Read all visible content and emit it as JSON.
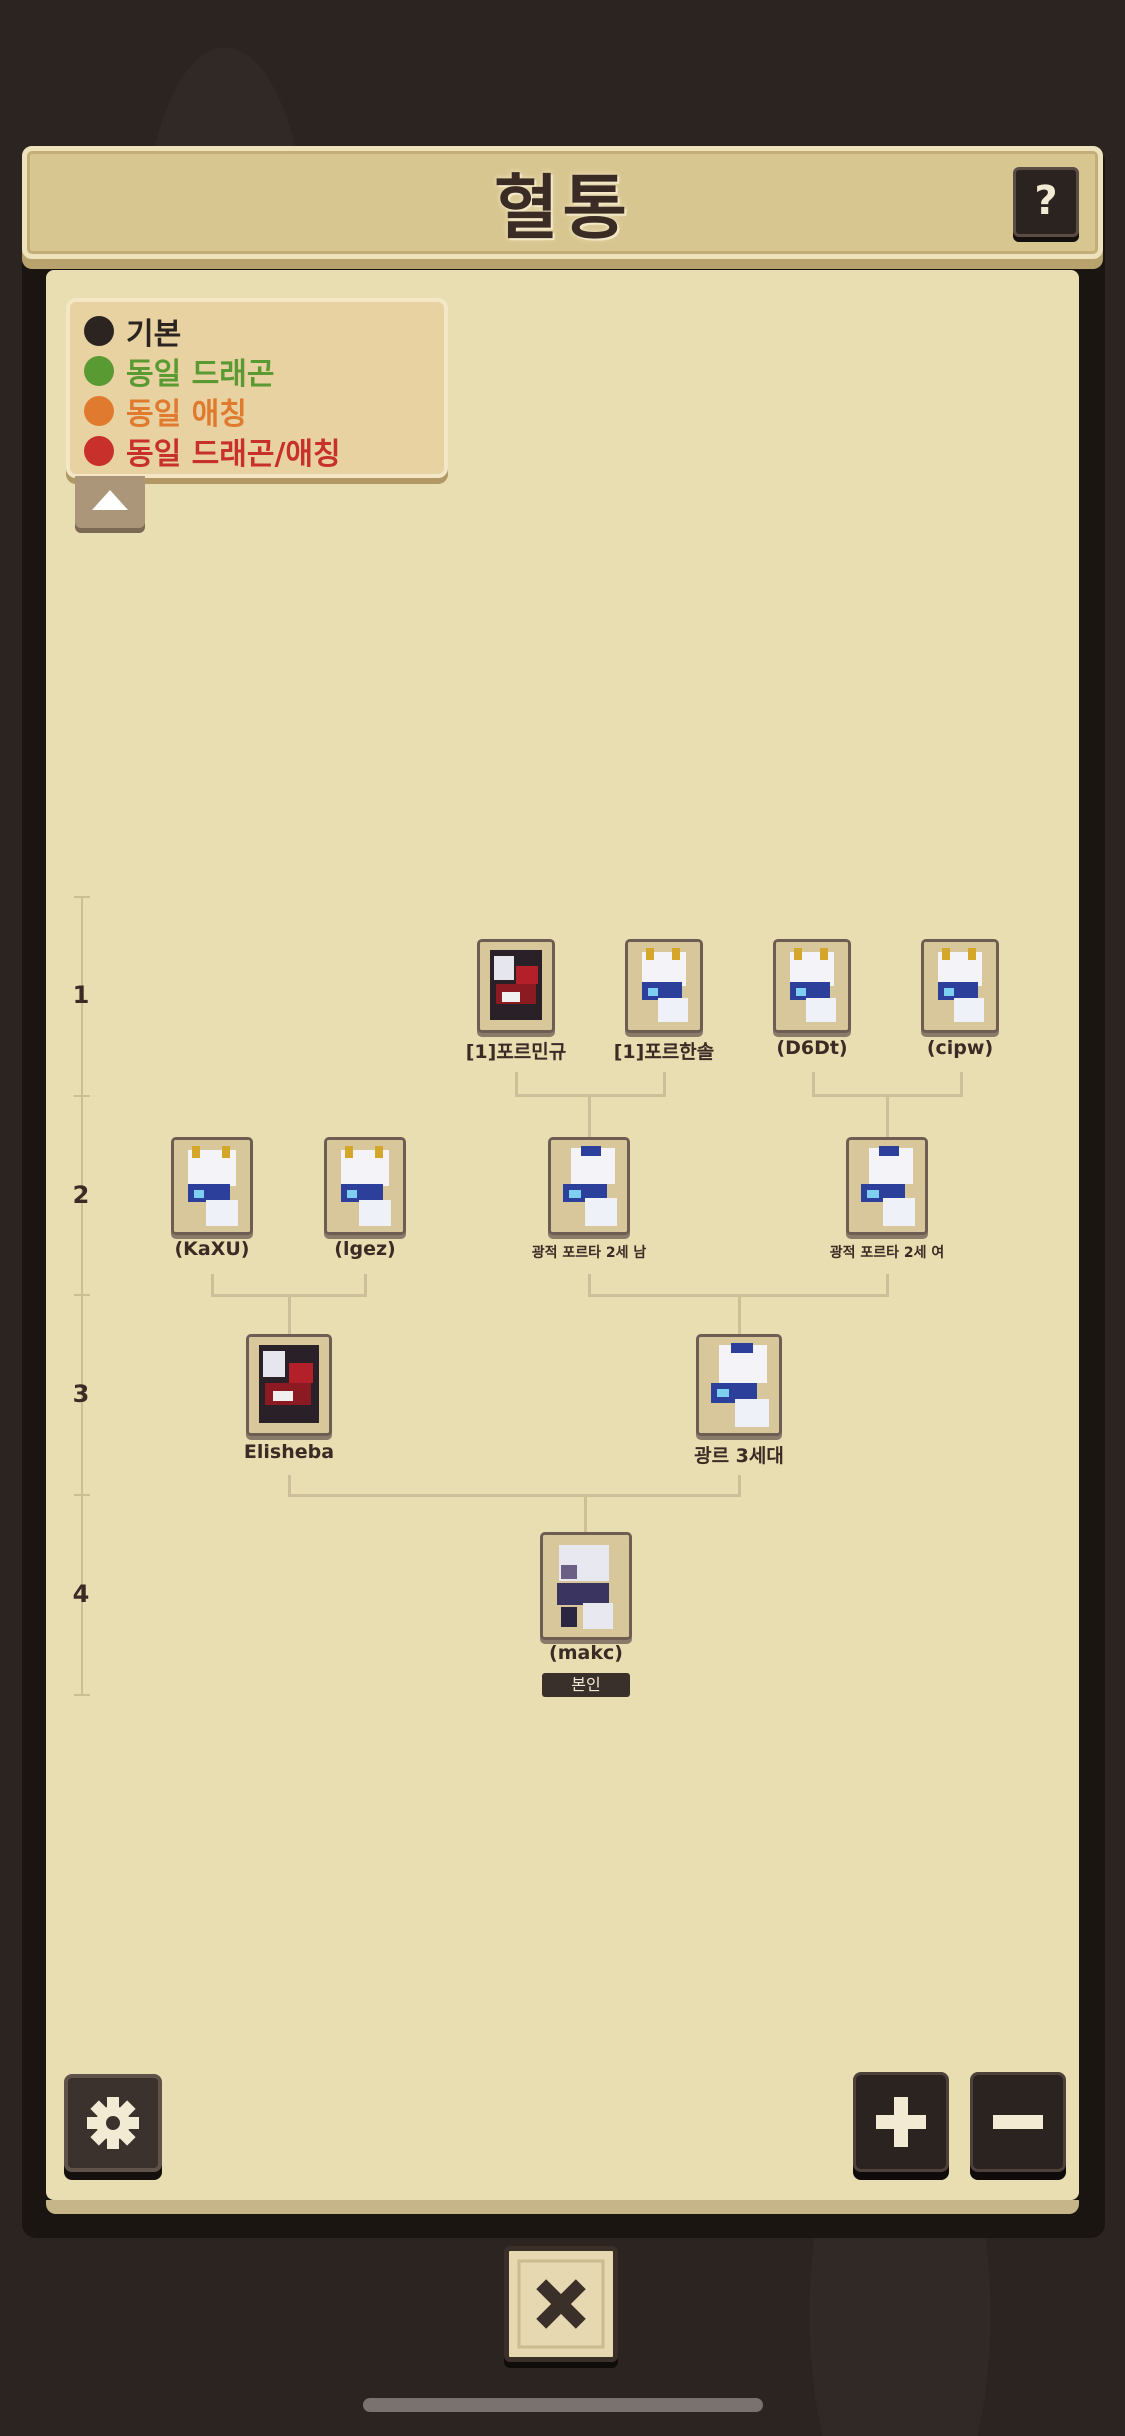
{
  "header": {
    "title": "혈통",
    "help_label": "?"
  },
  "legend": {
    "items": [
      {
        "label": "기본",
        "color": "#2b2420"
      },
      {
        "label": "동일 드래곤",
        "color": "#5a9a32"
      },
      {
        "label": "동일 애칭",
        "color": "#e07a2e"
      },
      {
        "label": "동일 드래곤/애칭",
        "color": "#c8302c"
      }
    ]
  },
  "generations": [
    "1",
    "2",
    "3",
    "4"
  ],
  "tree": {
    "gen1": [
      "[1]포르민규",
      "[1]포르한솔",
      "(D6Dt)",
      "(cipw)"
    ],
    "gen2": [
      "(KaXU)",
      "(lgez)",
      "광적 포르타 2세 남",
      "광적 포르타 2세 여"
    ],
    "gen3": [
      "Elisheba",
      "광르 3세대"
    ],
    "gen4": {
      "name": "(makc)",
      "badge": "본인"
    }
  },
  "controls": {
    "zoom_in": "+",
    "zoom_out": "−"
  }
}
